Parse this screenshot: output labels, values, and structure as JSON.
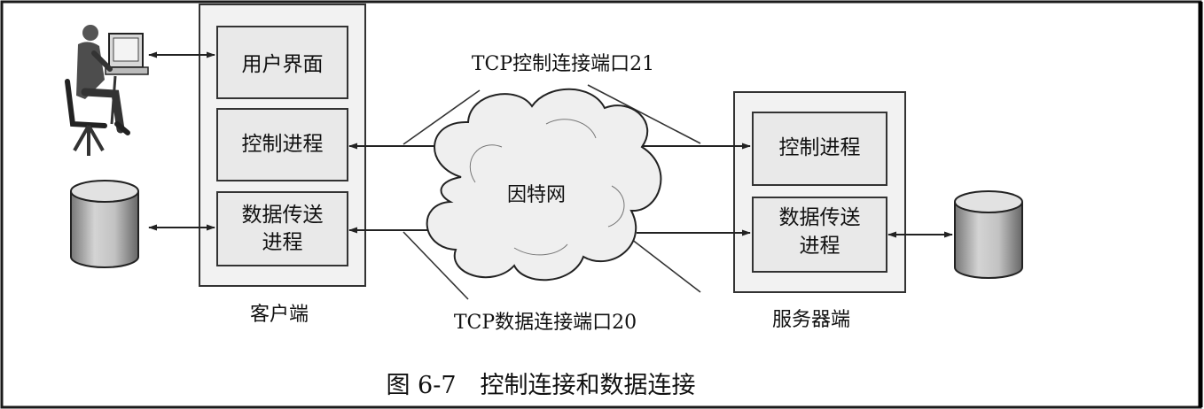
{
  "client": {
    "title": "客户端",
    "ui_box": "用户界面",
    "control_box": "控制进程",
    "data_box_line1": "数据传送",
    "data_box_line2": "进程"
  },
  "server": {
    "title": "服务器端",
    "control_box": "控制进程",
    "data_box_line1": "数据传送",
    "data_box_line2": "进程"
  },
  "network": {
    "label": "因特网"
  },
  "connections": {
    "control": "TCP控制连接端口21",
    "data": "TCP数据连接端口20"
  },
  "caption": "图 6-7　控制连接和数据连接",
  "icons": [
    "user-at-computer-icon",
    "client-database-icon",
    "server-database-icon",
    "internet-cloud-icon"
  ]
}
